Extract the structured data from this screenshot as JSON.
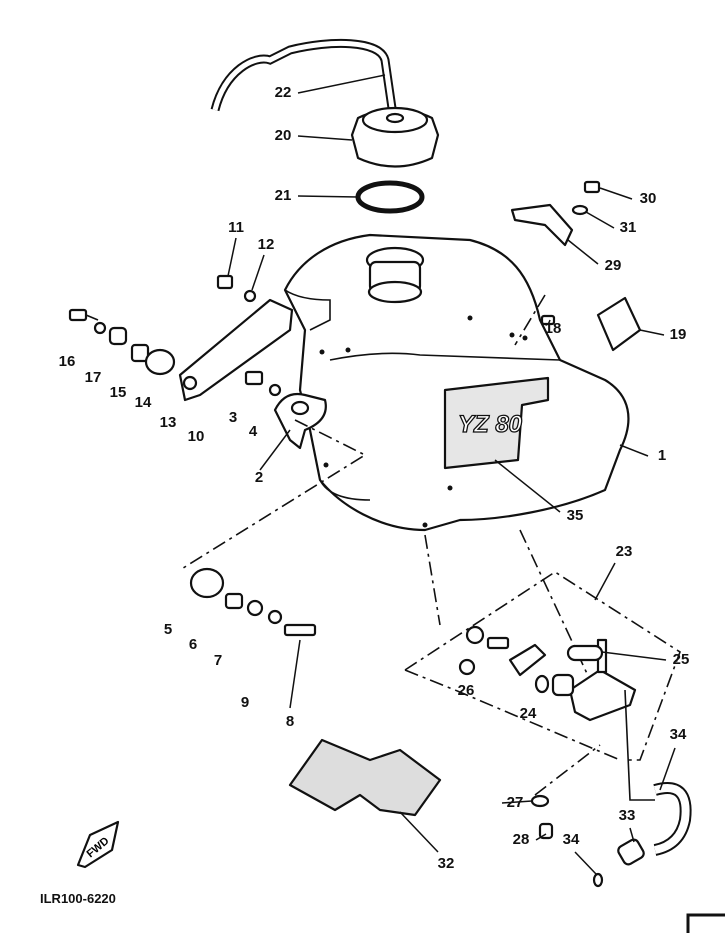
{
  "diagram": {
    "code": "ILR100-6220",
    "fwd_marker": "FWD",
    "tank_decal": "YZ 80",
    "parts": {
      "p1": "1",
      "p2": "2",
      "p3": "3",
      "p4": "4",
      "p5": "5",
      "p6": "6",
      "p7": "7",
      "p8": "8",
      "p9": "9",
      "p10": "10",
      "p11": "11",
      "p12": "12",
      "p13": "13",
      "p14": "14",
      "p15": "15",
      "p16": "16",
      "p17": "17",
      "p18": "18",
      "p19": "19",
      "p20": "20",
      "p21": "21",
      "p22": "22",
      "p23": "23",
      "p24": "24",
      "p25": "25",
      "p26": "26",
      "p27": "27",
      "p28": "28",
      "p29": "29",
      "p30": "30",
      "p31": "31",
      "p32": "32",
      "p33": "33",
      "p34a": "34",
      "p34b": "34",
      "p35": "35"
    }
  }
}
